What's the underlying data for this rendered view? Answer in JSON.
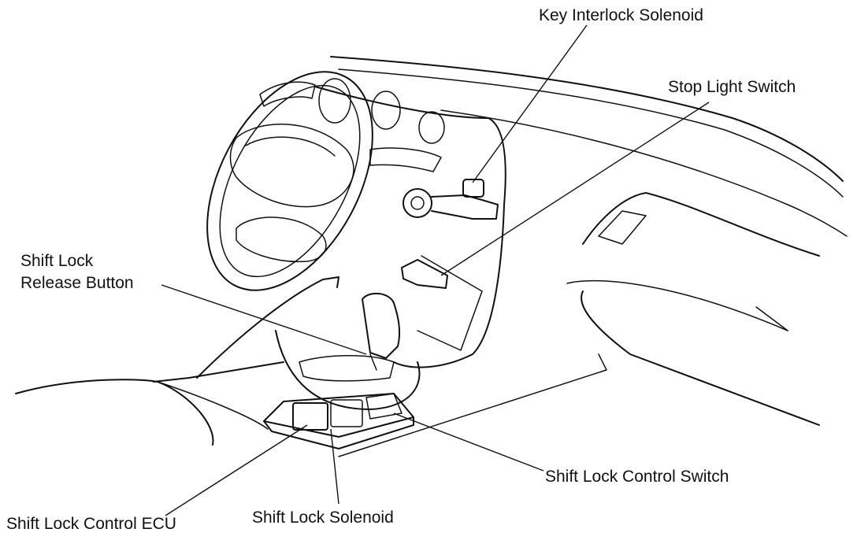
{
  "figure": {
    "labels": {
      "key_interlock_solenoid": "Key Interlock Solenoid",
      "stop_light_switch": "Stop Light Switch",
      "shift_lock_release_button_line1": "Shift Lock",
      "shift_lock_release_button_line2": "Release Button",
      "shift_lock_control_switch": "Shift Lock Control Switch",
      "shift_lock_solenoid": "Shift Lock Solenoid",
      "shift_lock_control_ecu": "Shift Lock Control ECU"
    }
  }
}
